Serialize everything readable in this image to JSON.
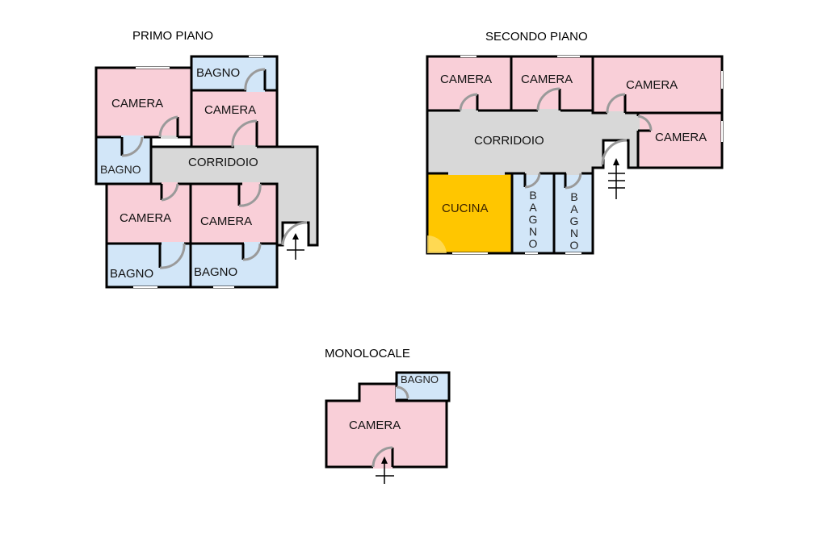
{
  "colors": {
    "camera": "#f9cfd8",
    "bagno": "#d2e6f8",
    "corridoio": "#d8d8d8",
    "cucina": "#ffc600",
    "wall": "#000000",
    "door": "#9a9a9a"
  },
  "floors": {
    "primo_piano": {
      "title": "PRIMO  PIANO",
      "rooms": {
        "camera_top_left": "CAMERA",
        "bagno_top": "BAGNO",
        "camera_top_mid": "CAMERA",
        "bagno_left": "BAGNO",
        "corridoio": "CORRIDOIO",
        "camera_bottom_left": "CAMERA",
        "camera_bottom_mid": "CAMERA",
        "bagno_bottom_left": "BAGNO",
        "bagno_bottom_mid": "BAGNO"
      }
    },
    "secondo_piano": {
      "title": "SECONDO PIANO",
      "rooms": {
        "camera_1": "CAMERA",
        "camera_2": "CAMERA",
        "camera_3": "CAMERA",
        "camera_4": "CAMERA",
        "corridoio": "CORRIDOIO",
        "cucina": "CUCINA",
        "bagno_1": [
          "B",
          "A",
          "G",
          "N",
          "O"
        ],
        "bagno_2": [
          "B",
          "A",
          "G",
          "N",
          "O"
        ]
      }
    },
    "monolocale": {
      "title": "MONOLOCALE",
      "rooms": {
        "camera": "CAMERA",
        "bagno": "BAGNO"
      }
    }
  }
}
